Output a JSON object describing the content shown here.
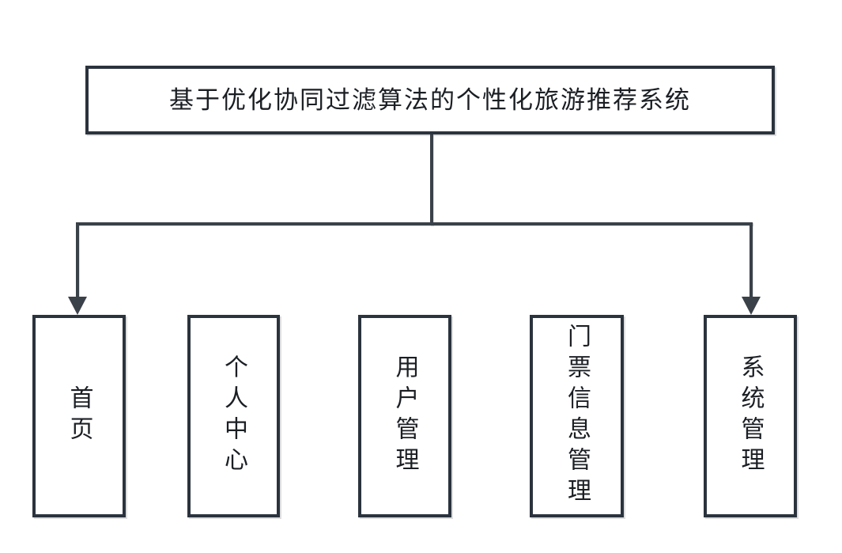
{
  "diagram": {
    "title": "基于优化协同过滤算法的个性化旅游推荐系统",
    "root": {
      "label": "基于优化协同过滤算法的个性化旅游推荐系统"
    },
    "modules": [
      {
        "label": "首页"
      },
      {
        "label": "个人中心"
      },
      {
        "label": "用户管理"
      },
      {
        "label": "门票信息管理"
      },
      {
        "label": "系统管理"
      }
    ],
    "colors": {
      "box_border": "#2b333d",
      "connector": "#3a4149",
      "text": "#1b1f24",
      "background": "#ffffff"
    }
  }
}
